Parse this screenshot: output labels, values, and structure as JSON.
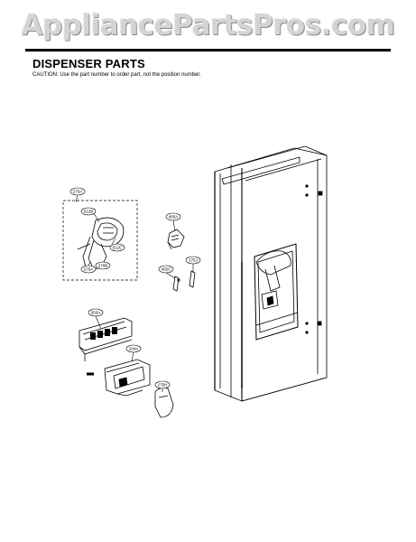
{
  "watermark": "AppliancePartsPros.com",
  "heading": {
    "title": "DISPENSER PARTS",
    "caution": "CAUTION: Use the part number to order part, not the position number."
  },
  "callouts": [
    "275A",
    "612B",
    "612C",
    "276A",
    "276B",
    "405A",
    "275J",
    "402C",
    "303A",
    "104A",
    "275H"
  ]
}
